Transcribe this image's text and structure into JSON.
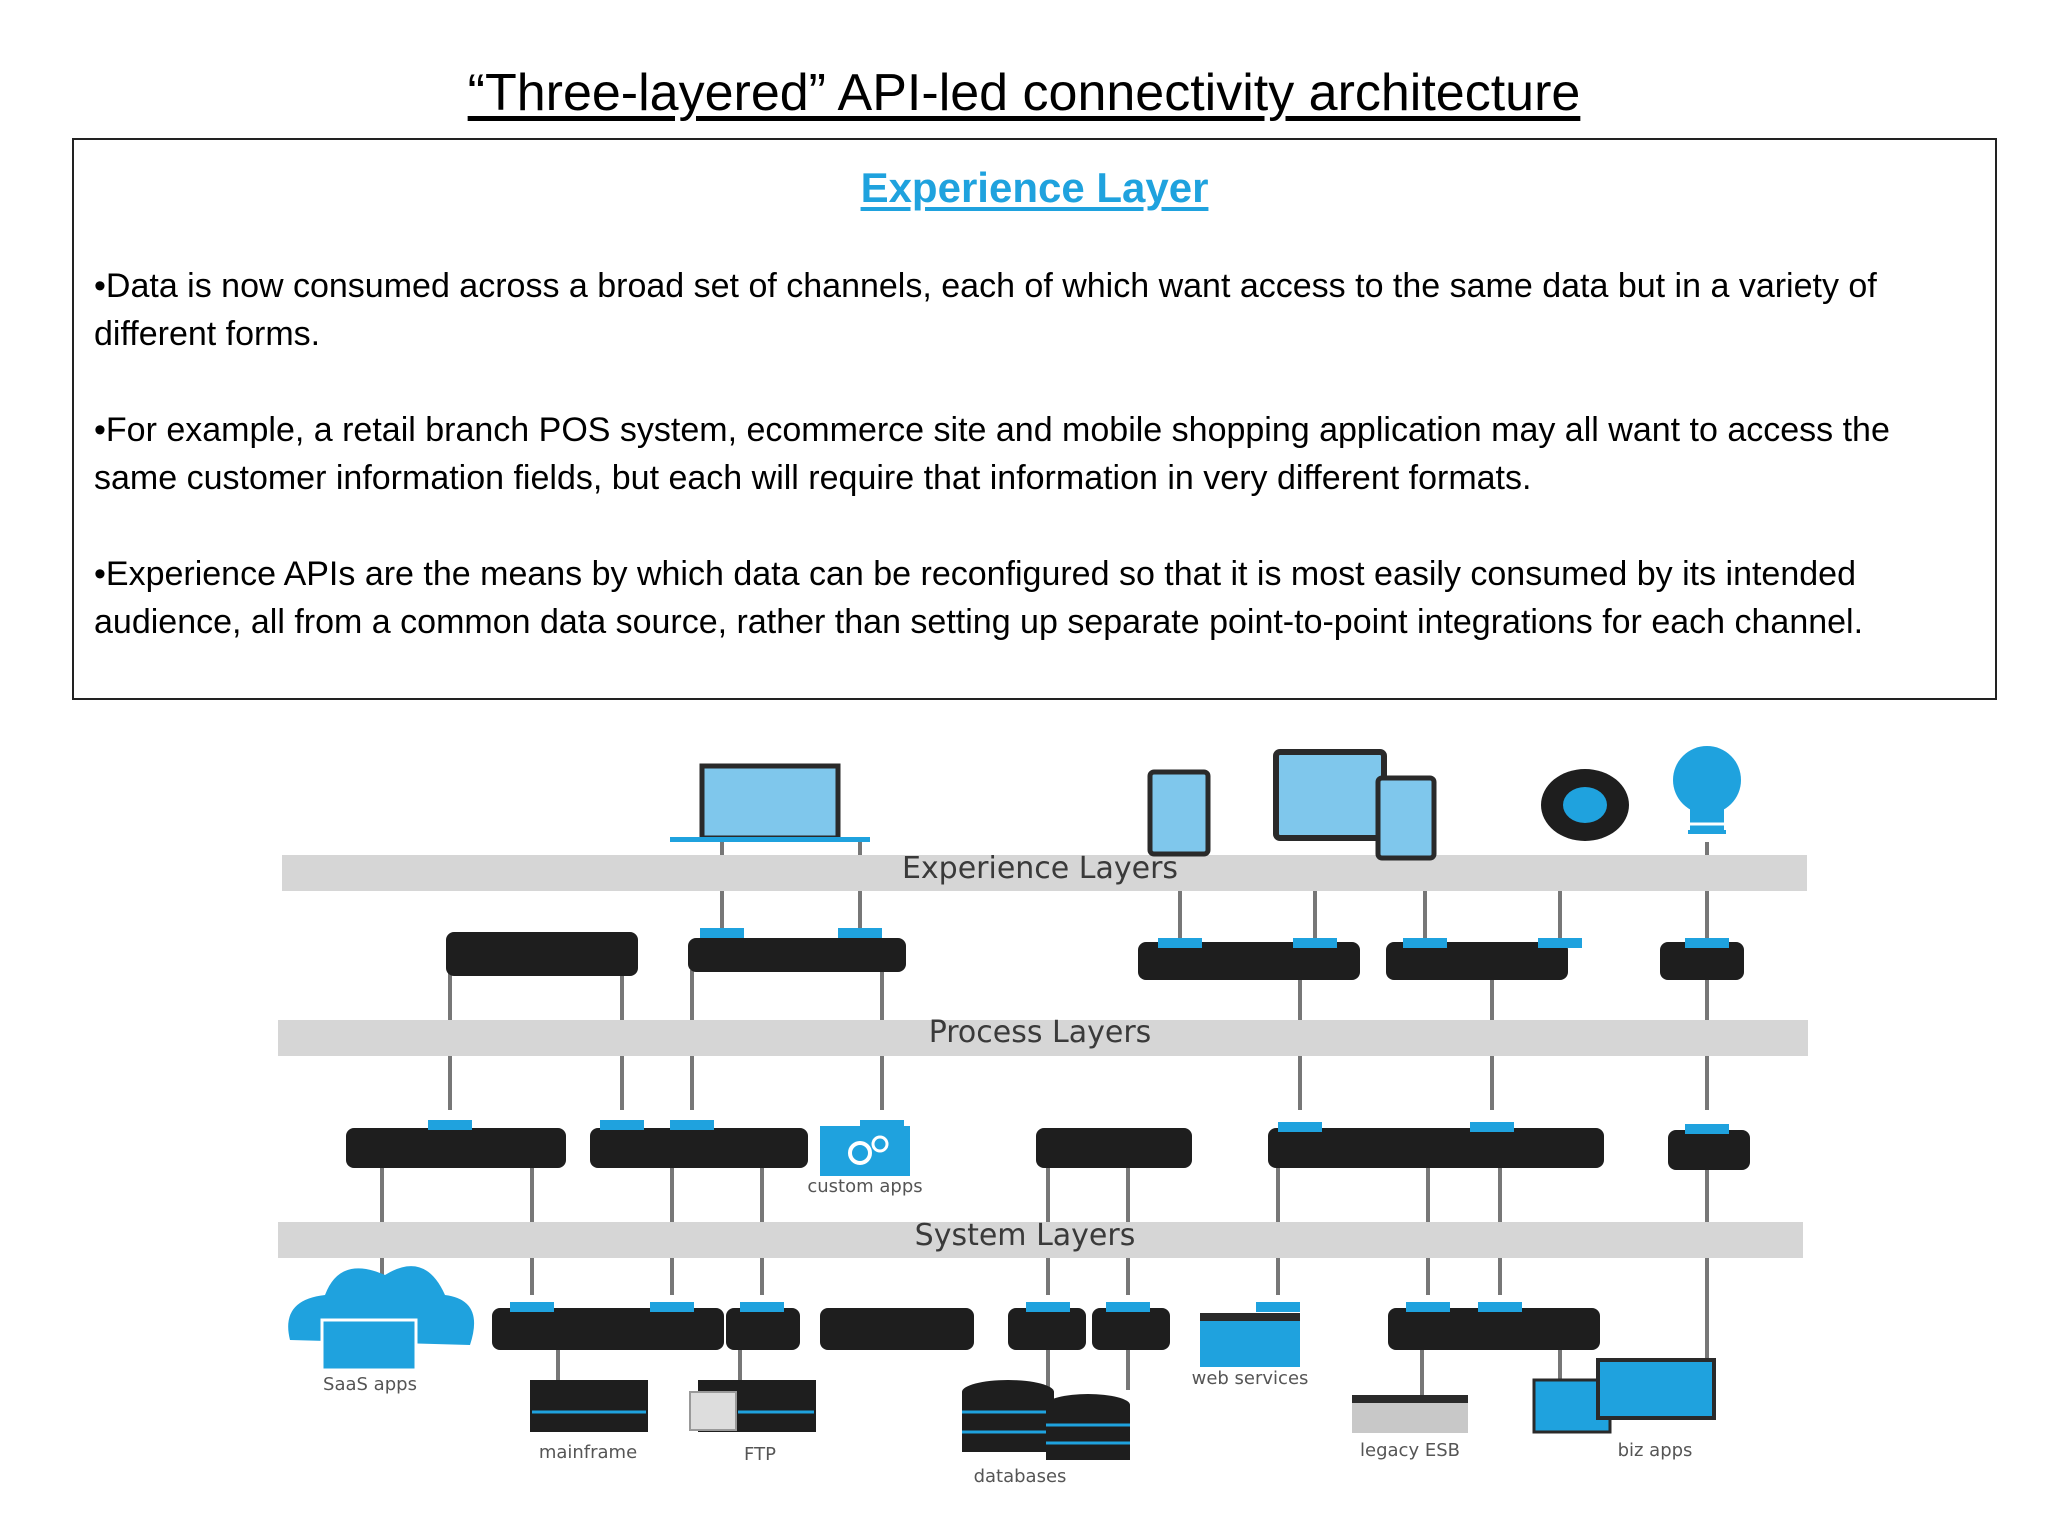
{
  "page": {
    "title": "“Three-layered” API-led connectivity architecture"
  },
  "panel": {
    "heading": "Experience Layer",
    "bullets": [
      "•Data is now consumed across a broad set of channels, each of which want access to the same data but in a variety of different forms.",
      "•For example, a retail branch POS system, ecommerce site and mobile shopping application may all want to access the same customer information fields, but each will require that information in very different formats.",
      "•Experience APIs are the means by which data can be reconfigured so that it is most easily consumed by its intended audience, all from a common data source, rather than setting up separate point-to-point integrations for each channel."
    ]
  },
  "diagram": {
    "layers": [
      "Experience Layers",
      "Process Layers",
      "System Layers"
    ],
    "systems": [
      "SaaS apps",
      "custom apps",
      "mainframe",
      "FTP",
      "databases",
      "web services",
      "legacy ESB",
      "biz apps"
    ],
    "colors": {
      "accent": "#1fa2de",
      "node": "#1e1e1e",
      "band": "#d6d6d6",
      "wire": "#777777"
    }
  }
}
